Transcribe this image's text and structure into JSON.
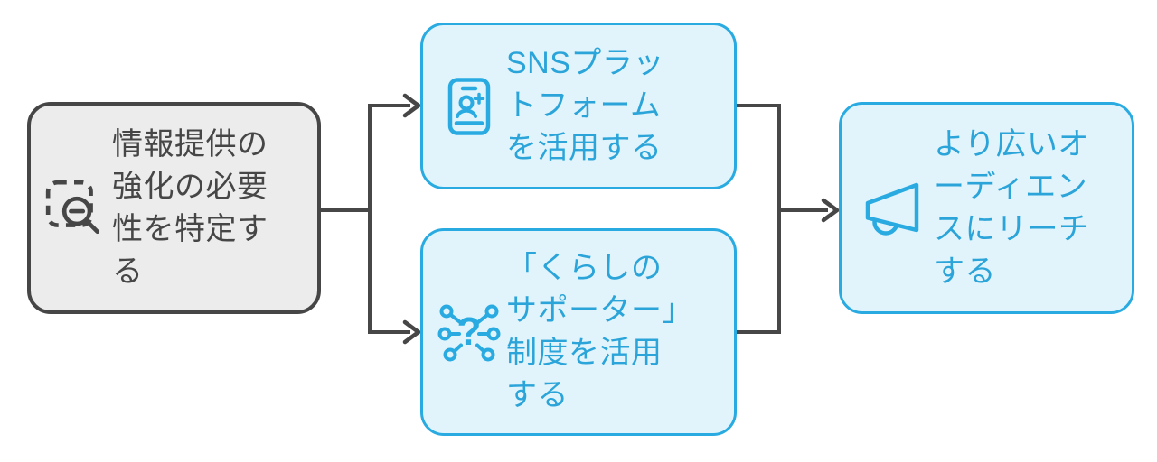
{
  "diagram": {
    "type": "flowchart",
    "background": "#ffffff",
    "nodes": [
      {
        "id": "identify-need",
        "label": "情報提供の\n強化の必要\n性を特定す\nる",
        "icon": "scan-search-icon",
        "style": "gray"
      },
      {
        "id": "use-sns-platforms",
        "label": "SNSプラッ\nトフォーム\nを活用する",
        "icon": "smartphone-add-user-icon",
        "style": "blue"
      },
      {
        "id": "use-supporter-program",
        "label": "「くらしの\nサポーター」\n制度を活用\nする",
        "icon": "network-question-icon",
        "style": "blue"
      },
      {
        "id": "reach-wider-audience",
        "label": "より広いオ\nーディエン\nスにリーチ\nする",
        "icon": "megaphone-icon",
        "style": "blue"
      }
    ],
    "edges": [
      {
        "from": "identify-need",
        "to": "use-sns-platforms"
      },
      {
        "from": "identify-need",
        "to": "use-supporter-program"
      },
      {
        "from": "use-sns-platforms",
        "to": "reach-wider-audience"
      },
      {
        "from": "use-supporter-program",
        "to": "reach-wider-audience"
      }
    ],
    "colors": {
      "connector": "#474747",
      "gray_node_fill": "#ececec",
      "gray_node_border": "#464646",
      "gray_node_text": "#464646",
      "blue_node_fill": "#e1f4fb",
      "blue_node_border": "#29abe2",
      "blue_node_text": "#2ba4d9"
    }
  }
}
